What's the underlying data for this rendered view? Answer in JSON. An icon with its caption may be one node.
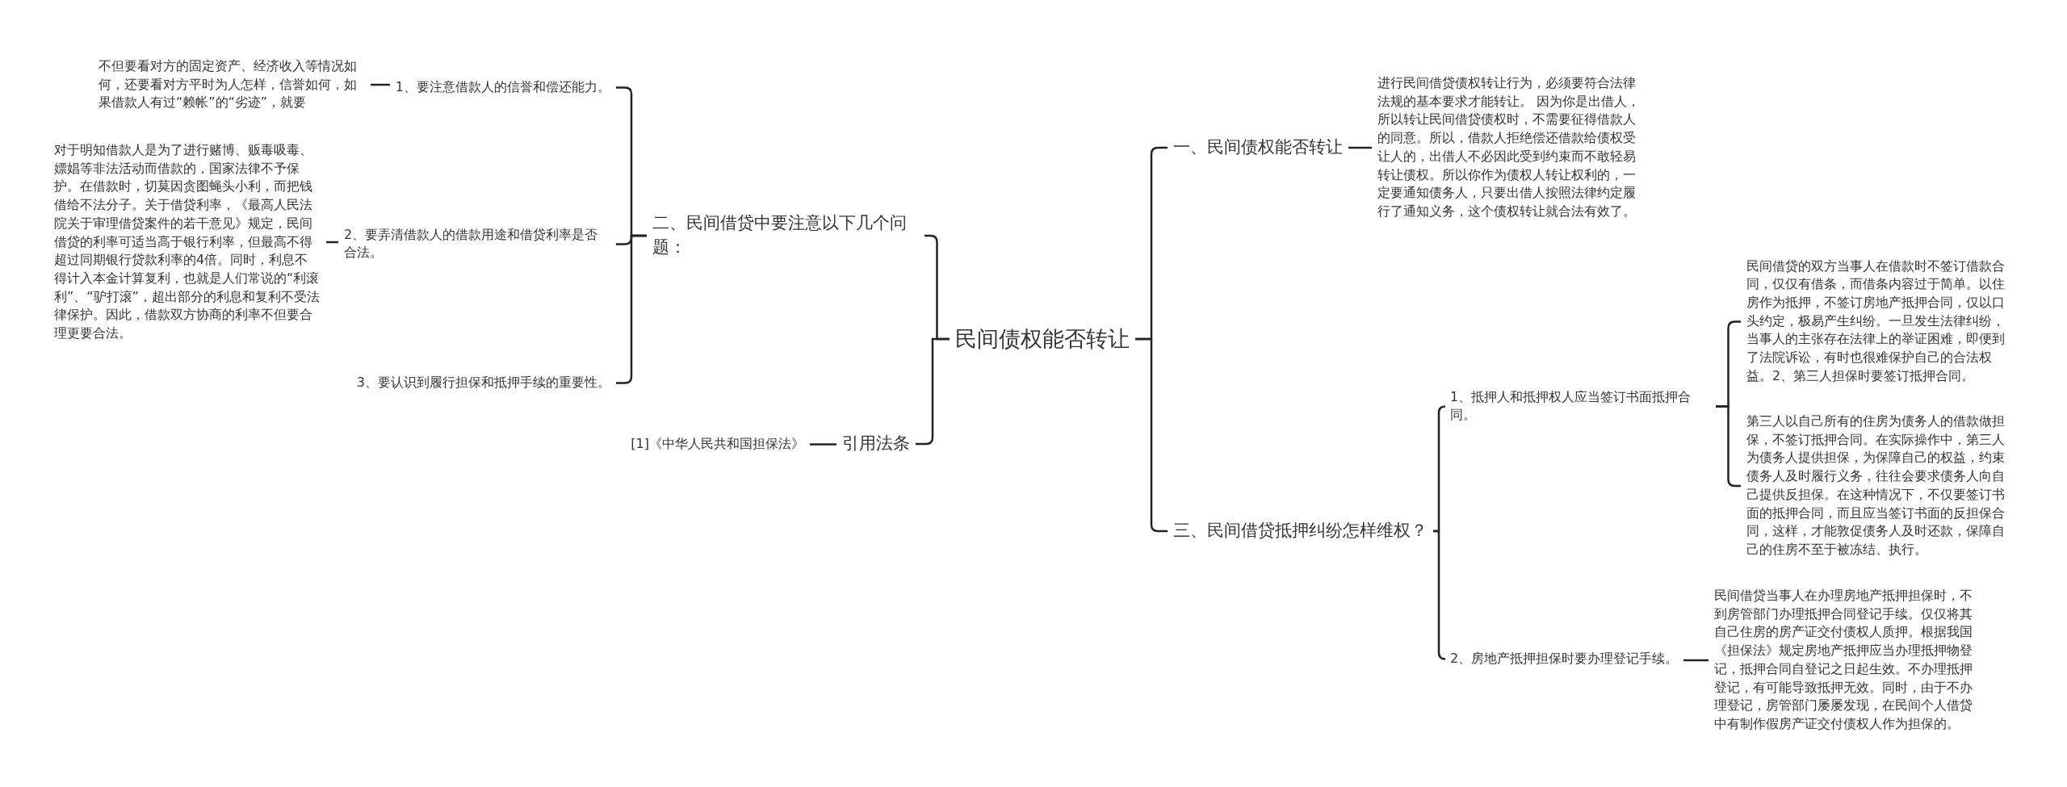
{
  "diagram": {
    "nodes": [
      {
        "text": [
          "民间债权能否转让"
        ]
      },
      {
        "text": [
          "二、民间借贷中要注意以下几个问题："
        ]
      },
      {
        "text": [
          "1、要注意借款人的信誉和偿还能力。"
        ]
      },
      {
        "text": [
          "不但要看对方的固定资产、经济收入等情况如何，还要看对方平时为人怎样，信誉如何，如果借款人有过“赖帐”的“劣迹”，就要"
        ]
      },
      {
        "text": [
          "2、要弄清借款人的借款用途和借贷利率是否合法。"
        ]
      },
      {
        "text": [
          "对于明知借款人是为了进行赌博、贩毒吸毒、嫖娼等非法活动而借款的，国家法律不予保护。在借款时，切莫因贪图蝇头小利，而把钱借给不法分子。关于借贷利率，《最高人民法院关于审理借贷案件的若干意见》规定，民间借贷的利率可适当高于银行利率，但最高不得超过同期银行贷款利率的4倍。同时，利息不得计入本金计算复利，也就是人们常说的“利滚利”、“驴打滚”，超出部分的利息和复利不受法律保护。因此，借款双方协商的利率不但要合理更要合法。"
        ]
      },
      {
        "text": [
          "3、要认识到履行担保和抵押手续的重要性。"
        ]
      },
      {
        "text": [
          "引用法条"
        ]
      },
      {
        "text": [
          "[1]《中华人民共和国担保法》"
        ]
      },
      {
        "text": [
          "一、民间债权能否转让"
        ]
      },
      {
        "text": [
          "进行民间借贷债权转让行为，必须要符合法律法规的基本要求才能转让。 因为你是出借人，所以转让民间借贷债权时，不需要征得借款人的同意。所以，借款人拒绝偿还借款给债权受让人的，出借人不必因此受到约束而不敢轻易转让债权。所以你作为债权人转让权利的，一定要通知债务人，只要出借人按照法律约定履行了通知义务，这个债权转让就合法有效了。"
        ]
      },
      {
        "text": [
          "三、民间借贷抵押纠纷怎样维权？"
        ]
      },
      {
        "text": [
          "1、抵押人和抵押权人应当签订书面抵押合同。"
        ]
      },
      {
        "text": [
          "民间借贷的双方当事人在借款时不签订借款合同，仅仅有借条，而借条内容过于简单。以住房作为抵押，不签订房地产抵押合同，仅以口头约定，极易产生纠纷。一旦发生法律纠纷，当事人的主张存在法律上的举证困难，即便到了法院诉讼，有时也很难保护自己的合法权益。2、第三人担保时要签订抵押合同。"
        ]
      },
      {
        "text": [
          "第三人以自己所有的住房为债务人的借款做担保，不签订抵押合同。在实际操作中，第三人为债务人提供担保，为保障自己的权益，约束债务人及时履行义务，往往会要求债务人向自己提供反担保。在这种情况下，不仅要签订书面的抵押合同，而且应当签订书面的反担保合同，这样，才能敦促债务人及时还款，保障自己的住房不至于被冻结、执行。"
        ]
      },
      {
        "text": [
          "2、房地产抵押担保时要办理登记手续。"
        ]
      },
      {
        "text": [
          "民间借贷当事人在办理房地产抵押担保时，不到房管部门办理抵押合同登记手续。仅仅将其自己住房的房产证交付债权人质押。根据我国《担保法》规定房地产抵押应当办理抵押物登记，抵押合同自登记之日起生效。不办理抵押登记，有可能导致抵押无效。同时，由于不办理登记，房管部门屡屡发现，在民间个人借贷中有制作假房产证交付债权人作为担保的。"
        ]
      }
    ],
    "edges": [
      {
        "from": 0,
        "to": 1,
        "arrow": "none"
      },
      {
        "from": 1,
        "to": 2,
        "arrow": "none"
      },
      {
        "from": 2,
        "to": 3,
        "arrow": "none"
      },
      {
        "from": 1,
        "to": 4,
        "arrow": "none"
      },
      {
        "from": 4,
        "to": 5,
        "arrow": "none"
      },
      {
        "from": 1,
        "to": 6,
        "arrow": "none"
      },
      {
        "from": 0,
        "to": 7,
        "arrow": "none"
      },
      {
        "from": 7,
        "to": 8,
        "arrow": "none"
      },
      {
        "from": 0,
        "to": 9,
        "arrow": "none"
      },
      {
        "from": 9,
        "to": 10,
        "arrow": "none"
      },
      {
        "from": 0,
        "to": 11,
        "arrow": "none"
      },
      {
        "from": 11,
        "to": 12,
        "arrow": "none"
      },
      {
        "from": 12,
        "to": 13,
        "arrow": "none"
      },
      {
        "from": 12,
        "to": 14,
        "arrow": "none"
      },
      {
        "from": 11,
        "to": 15,
        "arrow": "none"
      },
      {
        "from": 15,
        "to": 16,
        "arrow": "none"
      }
    ]
  }
}
